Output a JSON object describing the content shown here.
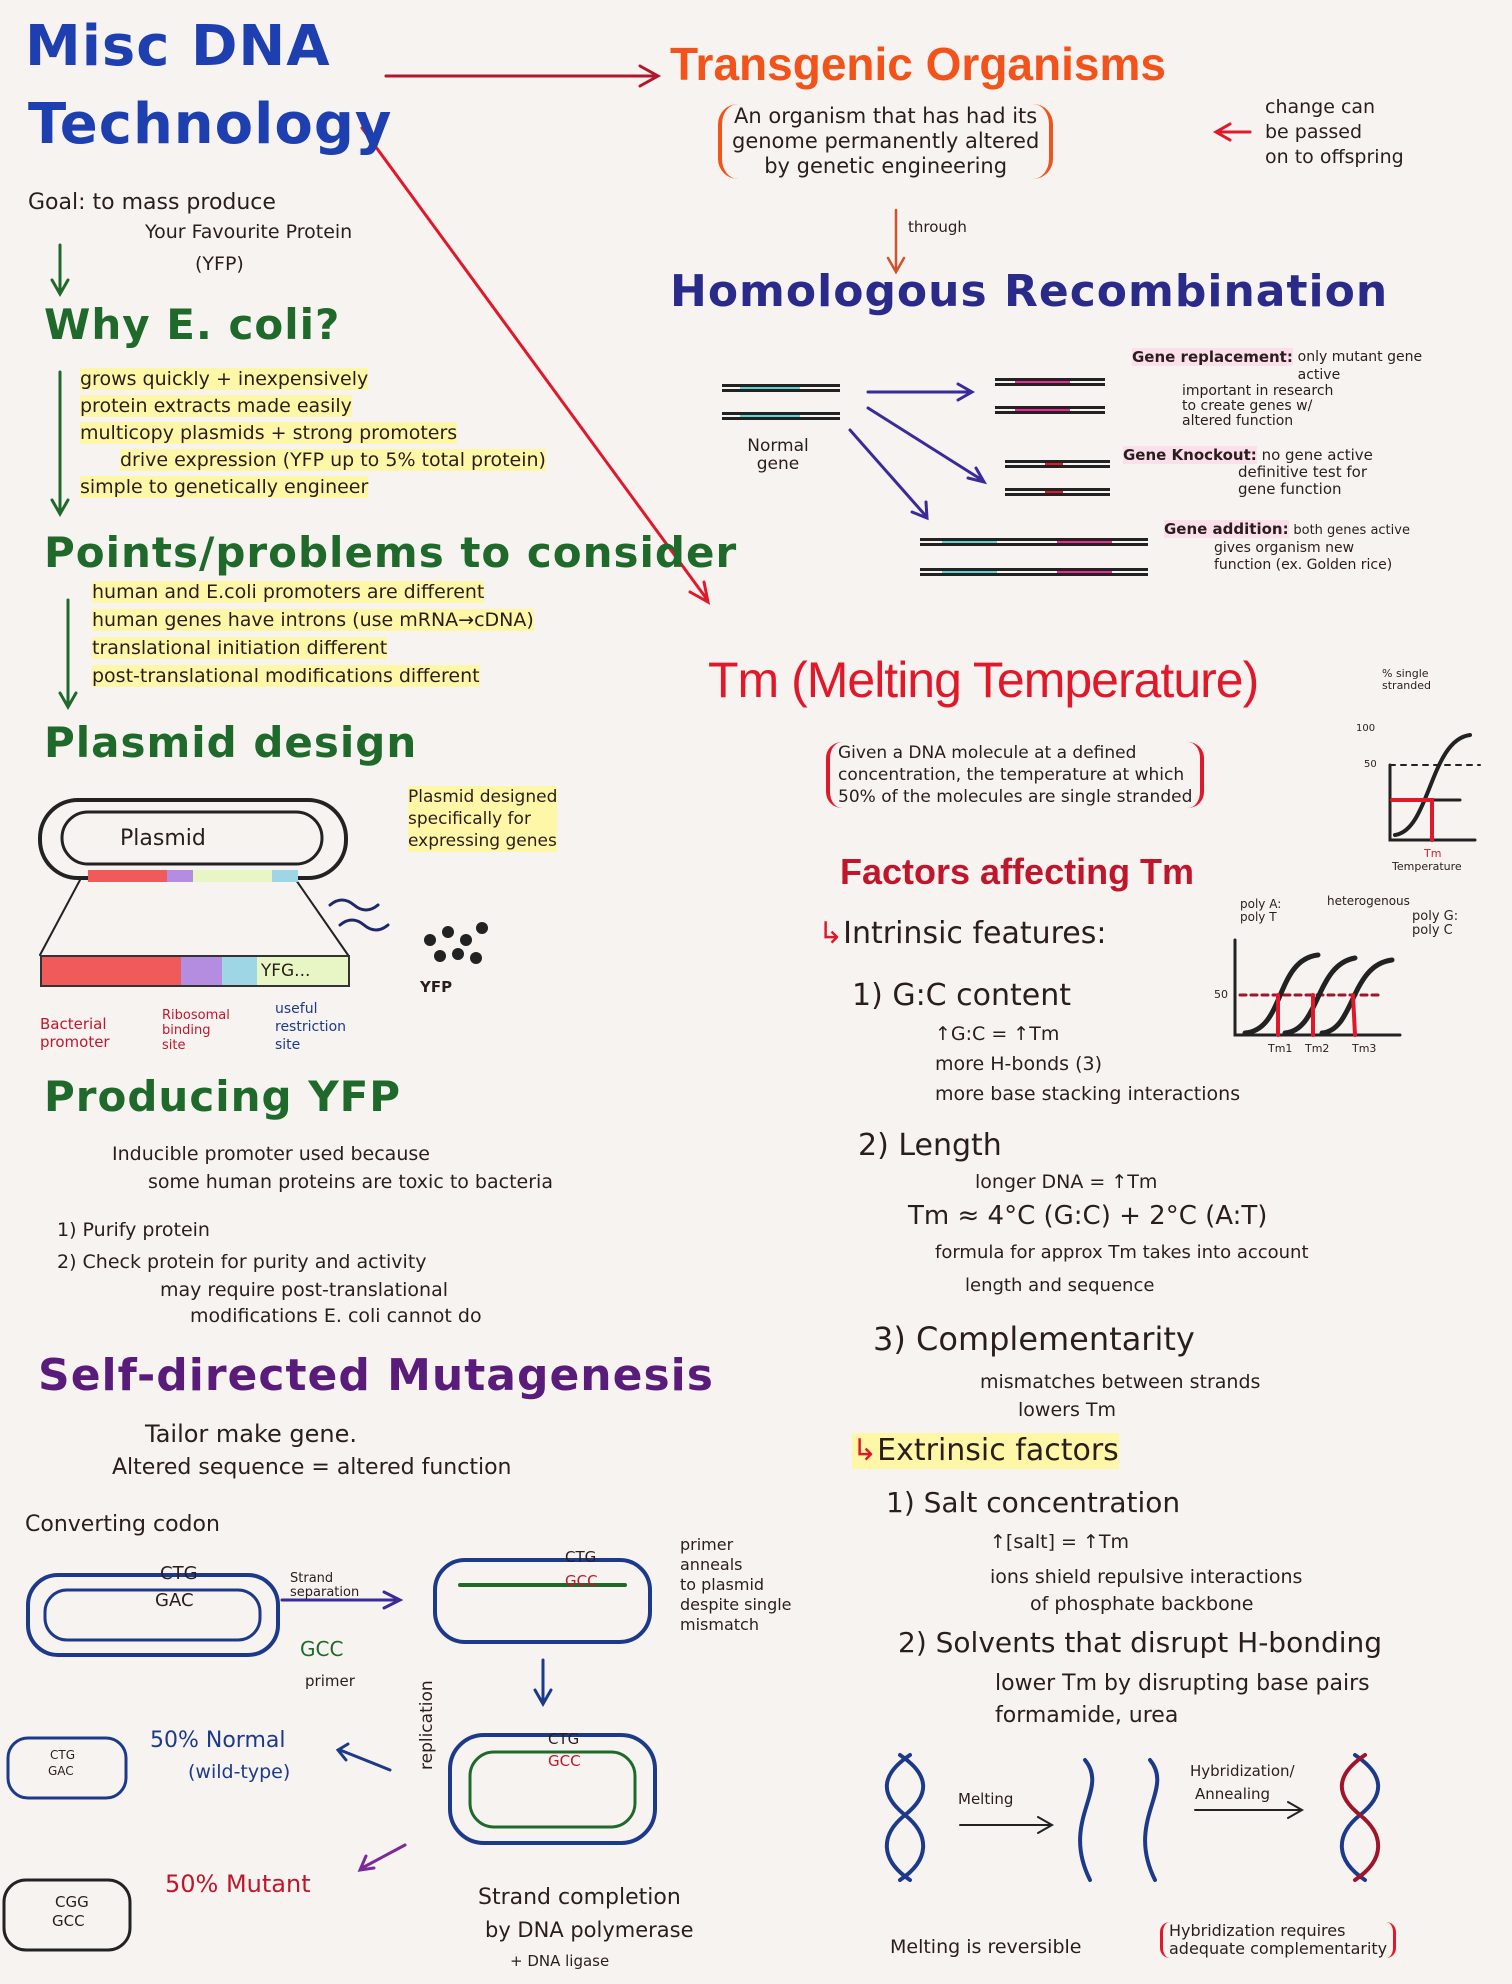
{
  "title": {
    "line1": "Misc DNA",
    "line2": "Technology"
  },
  "goal": {
    "line1": "Goal: to mass produce",
    "line2": "Your Favourite Protein",
    "line3": "(YFP)"
  },
  "why_ecoli": {
    "heading": "Why E. coli?",
    "items": [
      "grows quickly + inexpensively",
      "protein extracts made easily",
      "multicopy plasmids + strong promoters",
      "drive expression (YFP up to 5% total protein)",
      "simple to genetically engineer"
    ]
  },
  "points": {
    "heading": "Points/problems to consider",
    "items": [
      "human and E.coli promoters are different",
      "human genes have introns (use mRNA→cDNA)",
      "translational initiation different",
      "post-translational modifications different"
    ]
  },
  "plasmid": {
    "heading": "Plasmid design",
    "label": "Plasmid",
    "note": [
      "Plasmid designed",
      "specifically for",
      "expressing genes"
    ],
    "bar_label": "YFG...",
    "product": "YFP",
    "parts": [
      "Bacterial promoter",
      "Ribosomal binding site",
      "useful restriction site"
    ]
  },
  "producing": {
    "heading": "Producing YFP",
    "note1": "Inducible promoter used because",
    "note2": "some human proteins are toxic to bacteria",
    "step1": "1) Purify protein",
    "step2": "2) Check protein for purity and activity",
    "step2a": "may require post-translational",
    "step2b": "modifications E. coli cannot do"
  },
  "mutagenesis": {
    "heading": "Self-directed Mutagenesis",
    "def1": "Tailor make gene.",
    "def2": "Altered sequence = altered function",
    "converting": "Converting codon",
    "codons": {
      "ctg": "CTG",
      "gac": "GAC",
      "gcc": "GCC",
      "cgg": "CGG"
    },
    "strand_sep": "Strand separation",
    "primer": "primer",
    "primer_note": [
      "primer",
      "anneals",
      "to plasmid",
      "despite single",
      "mismatch"
    ],
    "replication": "replication",
    "normal": "50% Normal",
    "wild": "(wild-type)",
    "mutant": "50% Mutant",
    "completion1": "Strand completion",
    "completion2": "by DNA polymerase",
    "completion3": "+ DNA ligase"
  },
  "transgenic": {
    "heading": "Transgenic Organisms",
    "def": [
      "An organism that has had its",
      "genome permanently altered",
      "by genetic engineering"
    ],
    "side": [
      "change can",
      "be passed",
      "on to offspring"
    ],
    "through": "through"
  },
  "homologous": {
    "heading": "Homologous Recombination",
    "normal_gene": "Normal gene",
    "replacement": {
      "label": "Gene replacement:",
      "desc": "only mutant gene active",
      "note": [
        "important in research",
        "to create genes w/",
        "altered function"
      ]
    },
    "knockout": {
      "label": "Gene Knockout:",
      "desc": "no gene active",
      "note": [
        "definitive test for",
        "gene function"
      ]
    },
    "addition": {
      "label": "Gene addition:",
      "desc": "both genes active",
      "note": [
        "gives organism new",
        "function (ex. Golden rice)"
      ]
    }
  },
  "tm": {
    "heading": "Tm (Melting Temperature)",
    "def": [
      "Given a DNA molecule at a defined",
      "concentration, the temperature at which",
      "50% of the molecules are single stranded"
    ],
    "graph": {
      "ylabel": "% single stranded",
      "y100": "100",
      "y50": "50",
      "xmark": "Tm",
      "xlabel": "Temperature"
    }
  },
  "factors": {
    "heading": "Factors affecting Tm",
    "intrinsic": "Intrinsic features:",
    "gc": {
      "title": "1) G:C content",
      "items": [
        "↑G:C = ↑Tm",
        "more H-bonds (3)",
        "more base stacking interactions"
      ]
    },
    "graph": {
      "y50": "50",
      "labels": [
        "poly A: poly T",
        "heterogenous",
        "poly G: poly C"
      ],
      "ticks": [
        "Tm1",
        "Tm2",
        "Tm3"
      ]
    },
    "length": {
      "title": "2) Length",
      "item": "longer DNA = ↑Tm",
      "formula": "Tm ≈ 4°C (G:C) + 2°C (A:T)",
      "note1": "formula for approx Tm takes into account",
      "note2": "length and sequence"
    },
    "comp": {
      "title": "3) Complementarity",
      "item1": "mismatches between strands",
      "item2": "lowers Tm"
    },
    "extrinsic": "Extrinsic factors",
    "salt": {
      "title": "1) Salt concentration",
      "item1": "↑[salt] = ↑Tm",
      "item2": "ions shield repulsive interactions",
      "item3": "of phosphate backbone"
    },
    "solvents": {
      "title": "2) Solvents that disrupt H-bonding",
      "item1": "lower Tm by disrupting base pairs",
      "item2": "formamide, urea"
    },
    "melting": "Melting",
    "hybrid1": "Hybridization/",
    "hybrid2": "Annealing",
    "reversible": "Melting is reversible",
    "req1": "Hybridization requires",
    "req2": "adequate complementarity"
  }
}
